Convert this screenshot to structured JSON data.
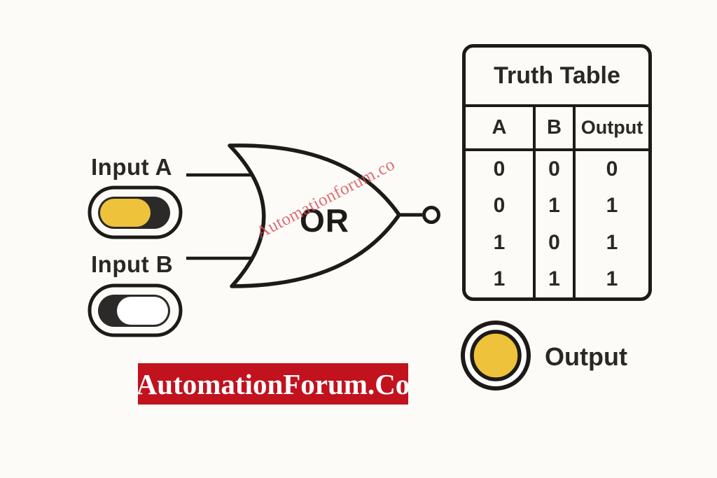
{
  "colors": {
    "ink": "#1d1b18",
    "label": "#2a2825",
    "accent-yellow": "#efc23b",
    "toggle-dark": "#2b2a28",
    "banner-red": "#c1121e",
    "banner-text": "#ffffff",
    "watermark-red": "#d94f55",
    "bg": "#fcfbf8"
  },
  "gate": {
    "type_label": "OR"
  },
  "inputs": {
    "a_label": "Input A",
    "a_state": "on",
    "b_label": "Input B",
    "b_state": "off"
  },
  "watermark": {
    "text": "Automationforum.co"
  },
  "truth_table": {
    "title": "Truth Table",
    "columns": [
      "A",
      "B",
      "Output"
    ],
    "rows": [
      [
        "0",
        "0",
        "0"
      ],
      [
        "0",
        "1",
        "1"
      ],
      [
        "1",
        "0",
        "1"
      ],
      [
        "1",
        "1",
        "1"
      ]
    ]
  },
  "output_legend": {
    "label": "Output",
    "state": "on"
  },
  "banner": {
    "text": "AutomationForum.Co"
  }
}
